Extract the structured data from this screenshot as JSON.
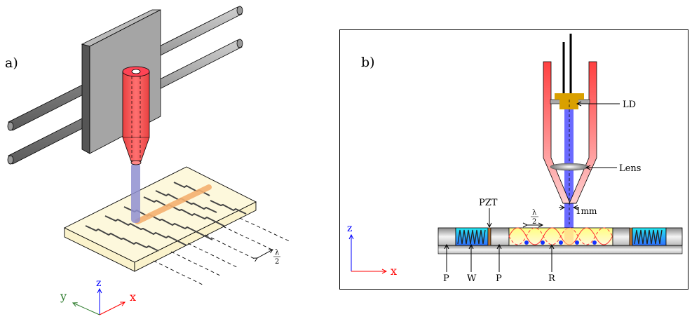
{
  "panel_a": {
    "label": "a)",
    "lambda_half": {
      "num": "λ",
      "den": "2"
    },
    "axes": {
      "x": "x",
      "y": "y",
      "z": "z"
    }
  },
  "panel_b": {
    "label": "b)",
    "ld": "LD",
    "lens": "Lens",
    "pzt": "PZT",
    "beam_width": "1mm",
    "lambda_half": {
      "num": "λ",
      "den": "2"
    },
    "bottom_labels": [
      "P",
      "W",
      "P",
      "R"
    ],
    "axes": {
      "x": "x",
      "z": "z"
    }
  },
  "colors": {
    "nozzle_red": "#f05050",
    "beam_blue": "#5a5aff",
    "water_cyan": "#22d8f0",
    "pzt_brown": "#b87333",
    "channel_yellow": "#fff8b0",
    "x_axis": "#ff0000",
    "y_axis": "#2a7a2a",
    "z_axis": "#0000ff"
  }
}
